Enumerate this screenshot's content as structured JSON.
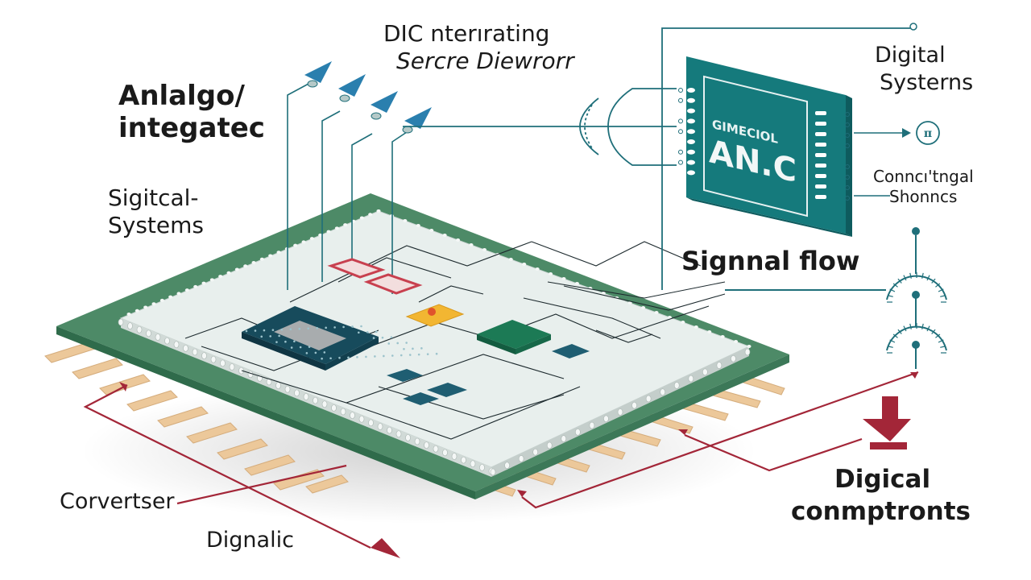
{
  "title": {
    "line1": "DIC nterırating",
    "line2": "Sercre Diewrorr"
  },
  "labels": {
    "analog_line1": "Anlalgo/",
    "analog_line2": "integatec",
    "sigitcal_line1": "Sigitcal-",
    "sigitcal_line2": "Systems",
    "digital_line1": "Digital",
    "digital_line2": "Systerns",
    "conncitngal_line1": "Conncı'tngal",
    "conncitngal_line2": "Shonncs",
    "signal_flow": "Signnal flow",
    "digical_line1": "Digical",
    "digical_line2": "conmptronts",
    "corvertser": "Corvertser",
    "dignalic": "Dignalic"
  },
  "chip": {
    "brand": "GIMECIOL",
    "model": "AN.C"
  },
  "symbols": {
    "circle_symbol": "π"
  },
  "colors": {
    "teal": "#1f6f7a",
    "chip_teal": "#157a7c",
    "board_green": "#4d8a67",
    "board_surface": "#e8efed",
    "die_navy": "#174b5c",
    "accent_red": "#a32638",
    "pad_tan": "#ecc89a",
    "yellow": "#f2b632",
    "antenna_blue": "#2a7fae"
  }
}
